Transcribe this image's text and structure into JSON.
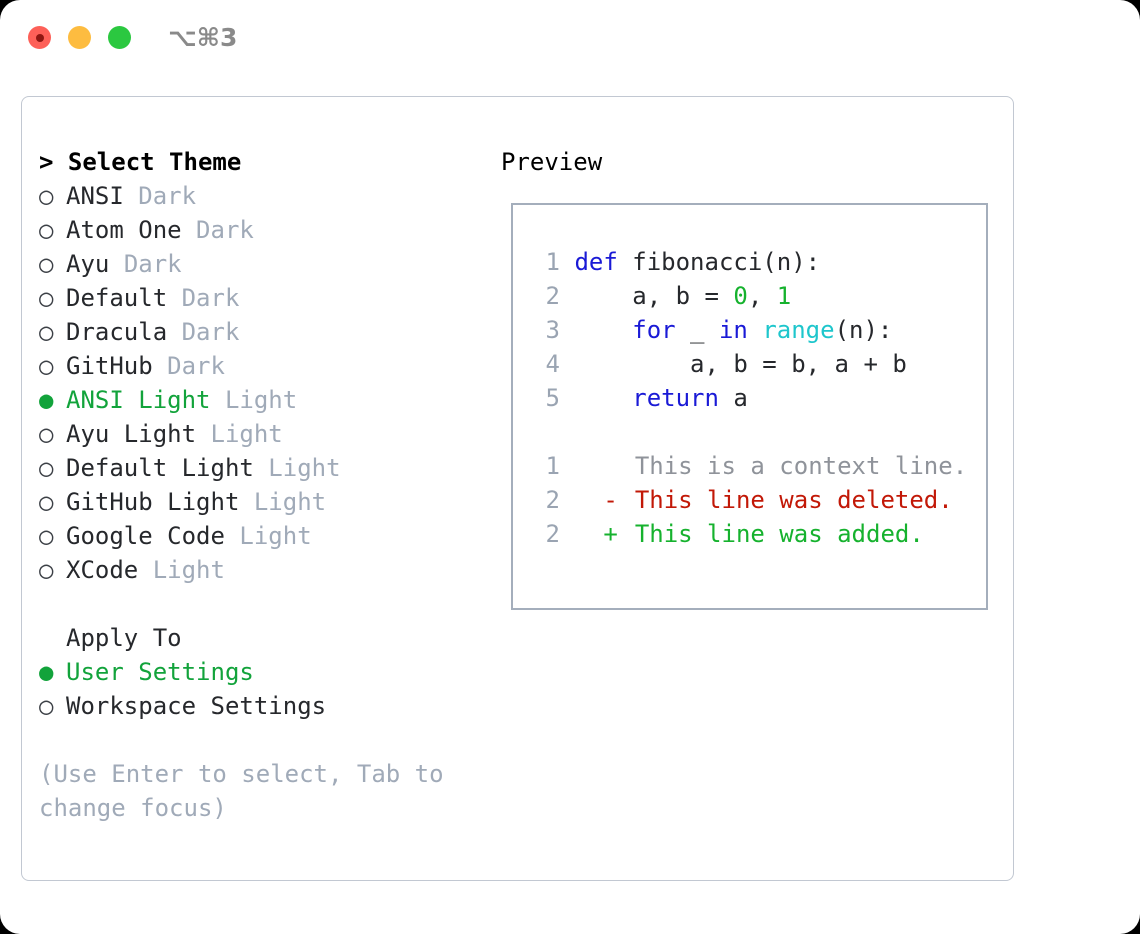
{
  "window": {
    "shortcut_label": "⌥⌘3",
    "traffic_lights": [
      {
        "name": "close",
        "color": "#fd6058"
      },
      {
        "name": "minimize",
        "color": "#fdbc40"
      },
      {
        "name": "zoom",
        "color": "#2bc840"
      }
    ]
  },
  "theme_list": {
    "header": "> Select Theme",
    "items": [
      {
        "marker": "○",
        "name": "ANSI",
        "kind": "Dark",
        "selected": false
      },
      {
        "marker": "○",
        "name": "Atom One",
        "kind": "Dark",
        "selected": false
      },
      {
        "marker": "○",
        "name": "Ayu",
        "kind": "Dark",
        "selected": false
      },
      {
        "marker": "○",
        "name": "Default",
        "kind": "Dark",
        "selected": false
      },
      {
        "marker": "○",
        "name": "Dracula",
        "kind": "Dark",
        "selected": false
      },
      {
        "marker": "○",
        "name": "GitHub",
        "kind": "Dark",
        "selected": false
      },
      {
        "marker": "●",
        "name": "ANSI Light",
        "kind": "Light",
        "selected": true
      },
      {
        "marker": "○",
        "name": "Ayu Light",
        "kind": "Light",
        "selected": false
      },
      {
        "marker": "○",
        "name": "Default Light",
        "kind": "Light",
        "selected": false
      },
      {
        "marker": "○",
        "name": "GitHub Light",
        "kind": "Light",
        "selected": false
      },
      {
        "marker": "○",
        "name": "Google Code",
        "kind": "Light",
        "selected": false
      },
      {
        "marker": "○",
        "name": "XCode",
        "kind": "Light",
        "selected": false
      }
    ]
  },
  "apply_to": {
    "header": "Apply To",
    "options": [
      {
        "marker": "●",
        "label": "User Settings",
        "selected": true
      },
      {
        "marker": "○",
        "label": "Workspace Settings",
        "selected": false
      }
    ]
  },
  "help_text": "(Use Enter to select, Tab to change focus)",
  "preview": {
    "heading": "Preview",
    "code_lines": [
      {
        "no": "1",
        "tokens": [
          {
            "t": "def ",
            "c": "kw"
          },
          {
            "t": "fibonacci(n):",
            "c": "plain"
          }
        ]
      },
      {
        "no": "2",
        "tokens": [
          {
            "t": "    a, b = ",
            "c": "plain"
          },
          {
            "t": "0",
            "c": "num"
          },
          {
            "t": ", ",
            "c": "plain"
          },
          {
            "t": "1",
            "c": "num"
          }
        ]
      },
      {
        "no": "3",
        "tokens": [
          {
            "t": "    ",
            "c": "plain"
          },
          {
            "t": "for",
            "c": "kw"
          },
          {
            "t": " _ ",
            "c": "plain"
          },
          {
            "t": "in",
            "c": "kw"
          },
          {
            "t": " ",
            "c": "plain"
          },
          {
            "t": "range",
            "c": "build"
          },
          {
            "t": "(n):",
            "c": "plain"
          }
        ]
      },
      {
        "no": "4",
        "tokens": [
          {
            "t": "        a, b = b, a + b",
            "c": "plain"
          }
        ]
      },
      {
        "no": "5",
        "tokens": [
          {
            "t": "    ",
            "c": "plain"
          },
          {
            "t": "return",
            "c": "kw"
          },
          {
            "t": " a",
            "c": "plain"
          }
        ]
      }
    ],
    "diff_lines": [
      {
        "no": "1",
        "mark": " ",
        "text": "This is a context line.",
        "kind": "ctx"
      },
      {
        "no": "2",
        "mark": "-",
        "text": "This line was deleted.",
        "kind": "del"
      },
      {
        "no": "2",
        "mark": "+",
        "text": "This line was added.",
        "kind": "add"
      }
    ]
  },
  "colors": {
    "accent_green": "#12a33b",
    "muted_gray": "#a0aab8",
    "keyword_blue": "#1a1ad6",
    "builtin_cyan": "#1ec6cc",
    "number_green": "#16b22e",
    "diff_delete_red": "#c21807",
    "diff_add_green": "#16b22e",
    "panel_border": "#c2c8d2",
    "preview_border": "#a4aebc"
  }
}
